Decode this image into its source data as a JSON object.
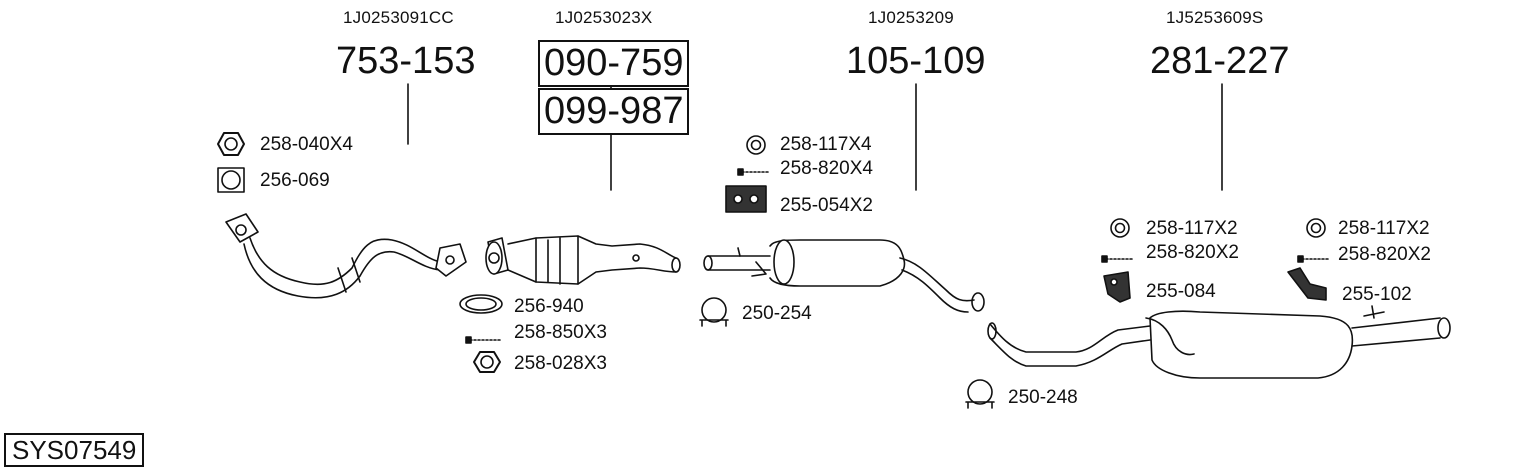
{
  "groups": [
    {
      "oem": "1J0253091CC",
      "main": "753-153"
    },
    {
      "oem": "1J0253023X",
      "main": "090-759",
      "alt": "099-987"
    },
    {
      "oem": "1J0253209",
      "main": "105-109"
    },
    {
      "oem": "1J5253609S",
      "main": "281-227"
    }
  ],
  "labels": {
    "l258_040": "258-040X4",
    "l256_069": "256-069",
    "l256_940": "256-940",
    "l258_850": "258-850X3",
    "l258_028": "258-028X3",
    "l258_117a": "258-117X4",
    "l258_820a": "258-820X4",
    "l255_054": "255-054X2",
    "l250_254": "250-254",
    "l258_117b": "258-117X2",
    "l258_820b": "258-820X2",
    "l255_084": "255-084",
    "l258_117c": "258-117X2",
    "l258_820c": "258-820X2",
    "l255_102": "255-102",
    "l250_248": "250-248"
  },
  "system_id": "SYS07549"
}
